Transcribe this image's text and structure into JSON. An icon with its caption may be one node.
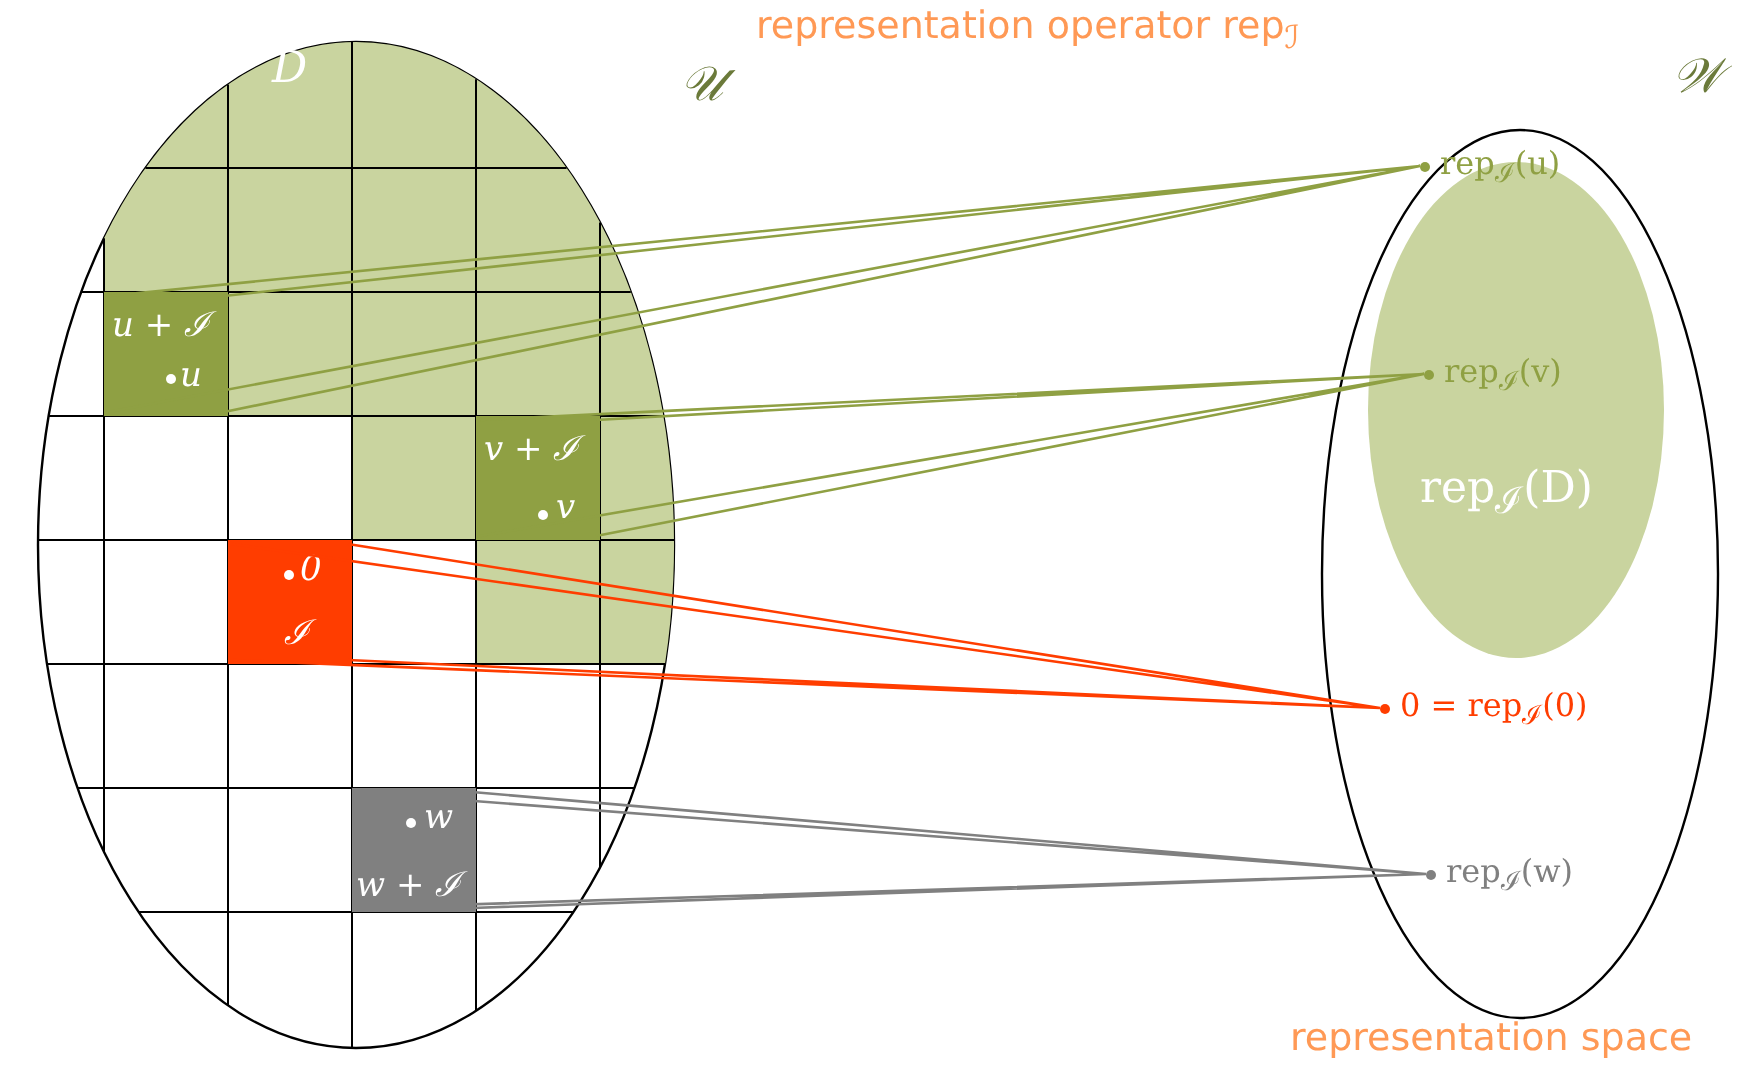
{
  "diagram": {
    "title": "representation operator rep$_{ℐ}$",
    "nodes": [
      {
        "text": [
          "𝒰"
        ]
      },
      {
        "text": [
          "D"
        ],
        "in": 0
      },
      {
        "text": [
          "u + ℐ",
          "u"
        ],
        "in": 1
      },
      {
        "text": [
          "v + ℐ",
          "v"
        ],
        "in": 1
      },
      {
        "text": [
          "0",
          "ℐ"
        ],
        "in": 0
      },
      {
        "text": [
          "w",
          "w + ℐ"
        ],
        "in": 0
      },
      {
        "text": [
          "𝒲"
        ],
        "beside": [
          "representation space"
        ]
      },
      {
        "text": [
          "rep$_{ℐ}$(D)"
        ],
        "in": 6
      },
      {
        "text": [
          "rep$_{ℐ}$(u)"
        ],
        "in": 7
      },
      {
        "text": [
          "rep$_{ℐ}$(v)"
        ],
        "in": 7
      },
      {
        "text": [
          "0 = rep$_{ℐ}$(0)"
        ],
        "in": 6
      },
      {
        "text": [
          "rep$_{ℐ}$(w)"
        ],
        "in": 6
      }
    ],
    "edges": [
      {
        "from": 2,
        "to": 8,
        "arrow": "none"
      },
      {
        "from": 3,
        "to": 9,
        "arrow": "none"
      },
      {
        "from": 4,
        "to": 10,
        "arrow": "none",
        "color": "#ff3d00"
      },
      {
        "from": 5,
        "to": 11,
        "arrow": "none",
        "color": "#808080"
      }
    ]
  }
}
